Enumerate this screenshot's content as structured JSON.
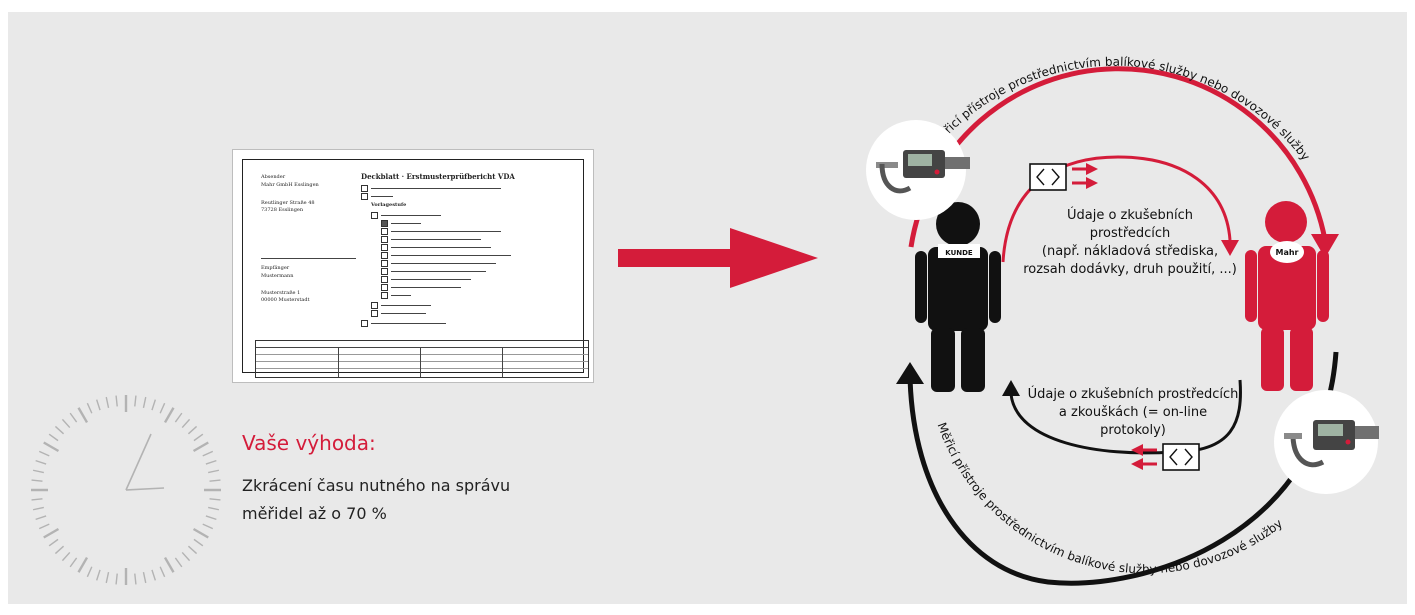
{
  "advantage": {
    "title": "Vaše výhoda:",
    "line1": "Zkrácení času nutného na správu",
    "line2": "měřidel až o 70 %"
  },
  "diagram": {
    "top_arc_text": "Měřicí přístroje prostřednictvím balíkové služby nebo dovozové služby",
    "bottom_arc_text": "Měřicí přístroje prostřednictvím balíkové služby nebo dovozové služby",
    "info_top": {
      "line1": "Údaje o zkušebních",
      "line2": "prostředcích",
      "line3": "(např. nákladová střediska,",
      "line4": "rozsah dodávky, druh použití, ...)"
    },
    "info_bottom": {
      "line1": "Údaje o zkušebních prostředcích",
      "line2": "a zkouškách (= on-line",
      "line3": "protokoly)"
    },
    "customer_label": "KUNDE",
    "provider_label": "Mahr"
  },
  "colors": {
    "accent": "#d41c3a",
    "dark": "#111111",
    "panel": "#e9e9e9"
  },
  "icons": [
    "document-thumbnail",
    "arrow-right-icon",
    "clock-icon",
    "person-icon",
    "micrometer-icon",
    "envelope-icon"
  ]
}
